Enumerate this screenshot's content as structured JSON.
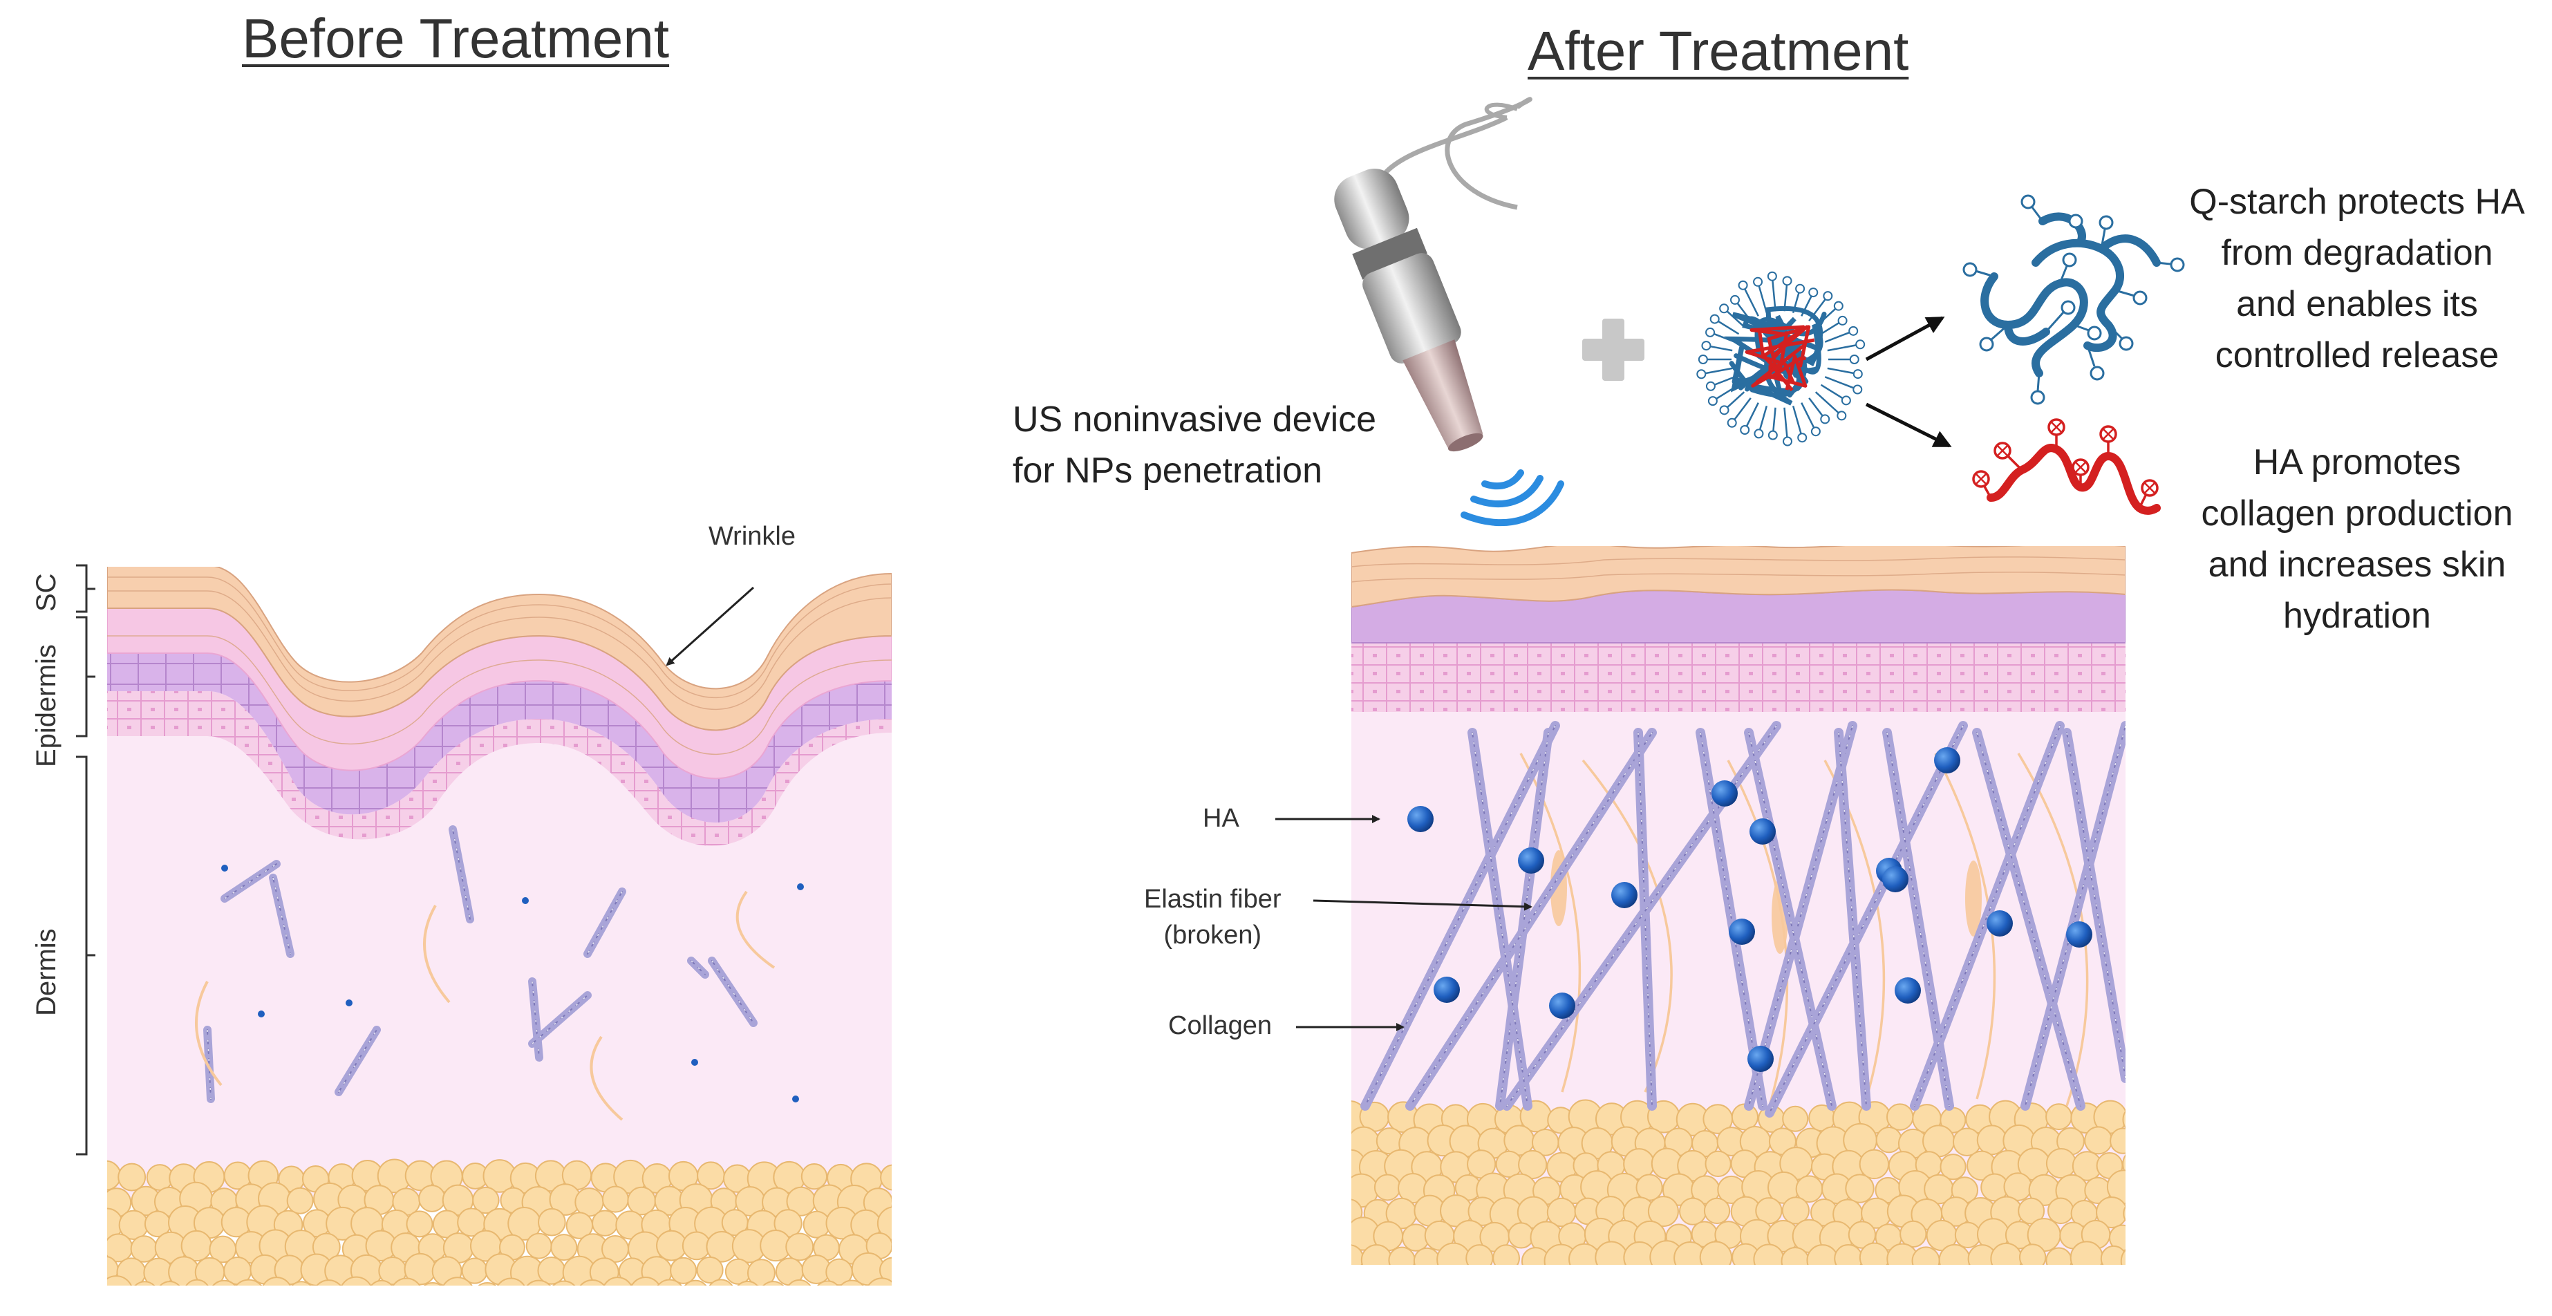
{
  "before": {
    "title": "Before Treatment",
    "wrinkle_label": "Wrinkle",
    "layers": {
      "sc": "SC",
      "epidermis": "Epidermis",
      "dermis": "Dermis"
    }
  },
  "after": {
    "title": "After Treatment",
    "device_label": [
      "US noninvasive device",
      "for NPs penetration"
    ],
    "qstarch_text": [
      "Q-starch protects HA",
      "from degradation",
      "and enables its",
      "controlled release"
    ],
    "ha_text": [
      "HA promotes",
      "collagen production",
      "and increases skin",
      "hydration"
    ],
    "labels": {
      "ha": "HA",
      "elastin": [
        "Elastin fiber",
        "(broken)"
      ],
      "collagen": "Collagen"
    }
  },
  "colors": {
    "sc": "#f7cfae",
    "epidermis_pink": "#f5c6e4",
    "basal_purple": "#d4ace4",
    "dermis": "#fbe9f6",
    "fat": "#fbdca6",
    "fat_stroke": "#e8b870",
    "collagen": "#a9a4d8",
    "elastin": "#f7c99c",
    "ha_blue": "#1f5fbf",
    "polymer_blue": "#2a6ea0",
    "ha_red": "#d42020",
    "device_gray": "#b8b8b8",
    "wave_blue": "#2b8ce0"
  }
}
